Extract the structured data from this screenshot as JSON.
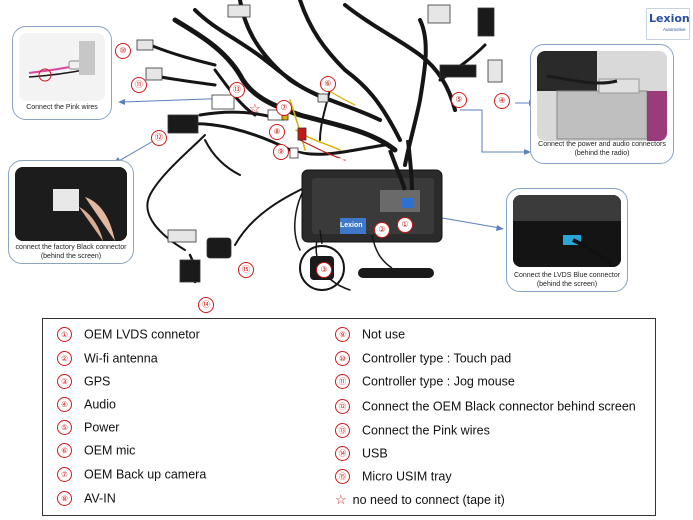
{
  "logo": {
    "brand": "Lexion",
    "tagline": "Automotive"
  },
  "unit_label": "Lexion",
  "numbers": [
    "①",
    "②",
    "③",
    "④",
    "⑤",
    "⑥",
    "⑦",
    "⑧",
    "⑨",
    "⑩",
    "⑪",
    "⑫",
    "⑬",
    "⑭",
    "⑮"
  ],
  "star": "☆",
  "callouts": {
    "pink": "Connect the Pink wires",
    "power_audio": "Connect the power and audio connectors (behind the radio)",
    "black": "connect the factory Black connector (behind the screen)",
    "lvds": "Connect the LVDS Blue connector (behind the screen)"
  },
  "legend": {
    "left": [
      {
        "num": "①",
        "text": "OEM LVDS connetor"
      },
      {
        "num": "②",
        "text": "Wi-fi antenna"
      },
      {
        "num": "③",
        "text": "GPS"
      },
      {
        "num": "④",
        "text": "Audio"
      },
      {
        "num": "⑤",
        "text": "Power"
      },
      {
        "num": "⑥",
        "text": "OEM mic"
      },
      {
        "num": "⑦",
        "text": "OEM Back up camera"
      },
      {
        "num": "⑧",
        "text": "AV-IN"
      }
    ],
    "right": [
      {
        "num": "⑨",
        "text": "Not use"
      },
      {
        "num": "⑩",
        "text": "Controller type : Touch pad"
      },
      {
        "num": "⑪",
        "text": "Controller type : Jog mouse"
      },
      {
        "num": "⑫",
        "text": "Connect the OEM Black connector behind screen"
      },
      {
        "num": "⑬",
        "text": "Connect the Pink wires"
      },
      {
        "num": "⑭",
        "text": "USB"
      },
      {
        "num": "⑮",
        "text": "Micro USIM tray"
      },
      {
        "num": "☆",
        "text": "no need to connect (tape it)"
      }
    ]
  },
  "colors": {
    "callout_red": "#d01818",
    "callout_border": "#8aa4c8",
    "brand_blue": "#2a4f9c"
  }
}
